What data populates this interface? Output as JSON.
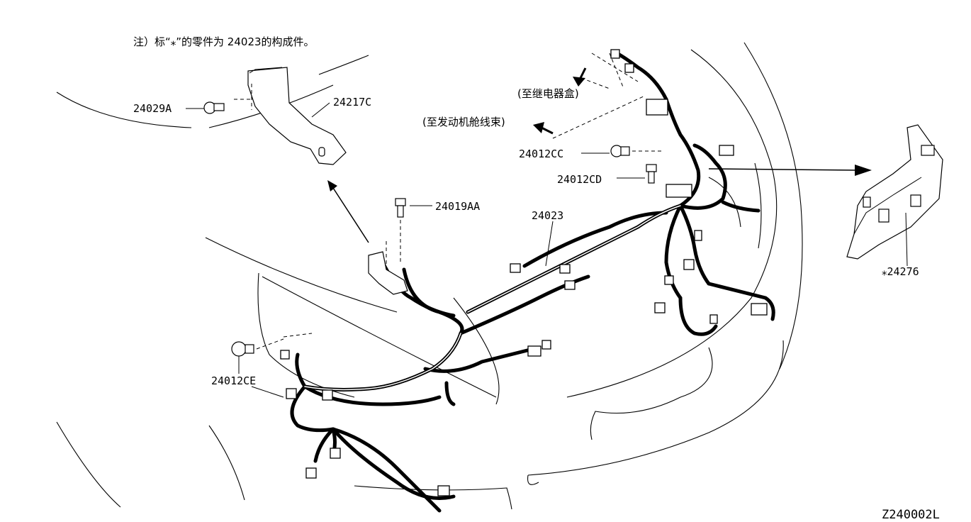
{
  "diagram": {
    "note": "注）标“⁎”的零件为 24023的构成件。",
    "callouts": {
      "to_relay_box": "(至继电器盒)",
      "to_engine_room_harness": "(至发动机舱线束)"
    },
    "part_labels": {
      "p24029A": "24029A",
      "p24217C": "24217C",
      "p24019AA": "24019AA",
      "p24023": "24023",
      "p24012CC": "24012CC",
      "p24012CD": "24012CD",
      "p24012CE": "24012CE",
      "p24276": "⁎24276"
    },
    "figure_code": "Z240002L"
  }
}
